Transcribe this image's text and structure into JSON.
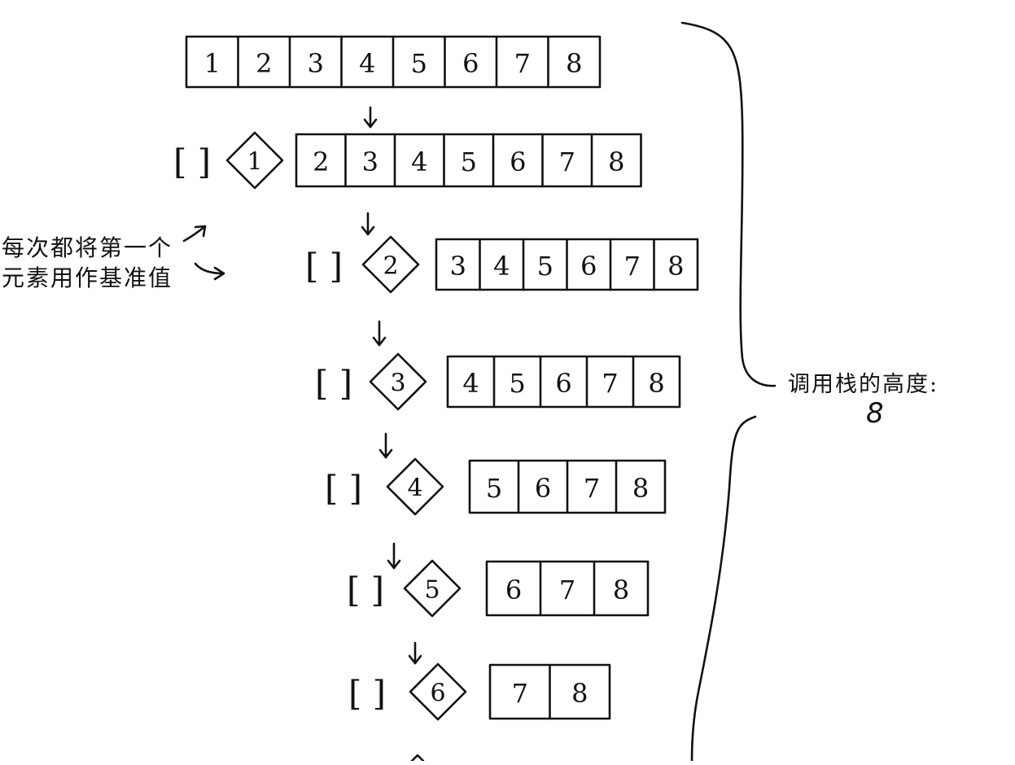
{
  "diagram": {
    "rows": [
      {
        "pivot": null,
        "items": [
          "1",
          "2",
          "3",
          "4",
          "5",
          "6",
          "7",
          "8"
        ]
      },
      {
        "pivot": "1",
        "items": [
          "2",
          "3",
          "4",
          "5",
          "6",
          "7",
          "8"
        ]
      },
      {
        "pivot": "2",
        "items": [
          "3",
          "4",
          "5",
          "6",
          "7",
          "8"
        ]
      },
      {
        "pivot": "3",
        "items": [
          "4",
          "5",
          "6",
          "7",
          "8"
        ]
      },
      {
        "pivot": "4",
        "items": [
          "5",
          "6",
          "7",
          "8"
        ]
      },
      {
        "pivot": "5",
        "items": [
          "6",
          "7",
          "8"
        ]
      },
      {
        "pivot": "6",
        "items": [
          "7",
          "8"
        ]
      }
    ],
    "empty_array": "[ ]",
    "annotation_pivot": [
      "每次都将第一个",
      "元素用作基准值"
    ],
    "annotation_stack_label": "调用栈的高度:",
    "annotation_stack_value": "8"
  }
}
